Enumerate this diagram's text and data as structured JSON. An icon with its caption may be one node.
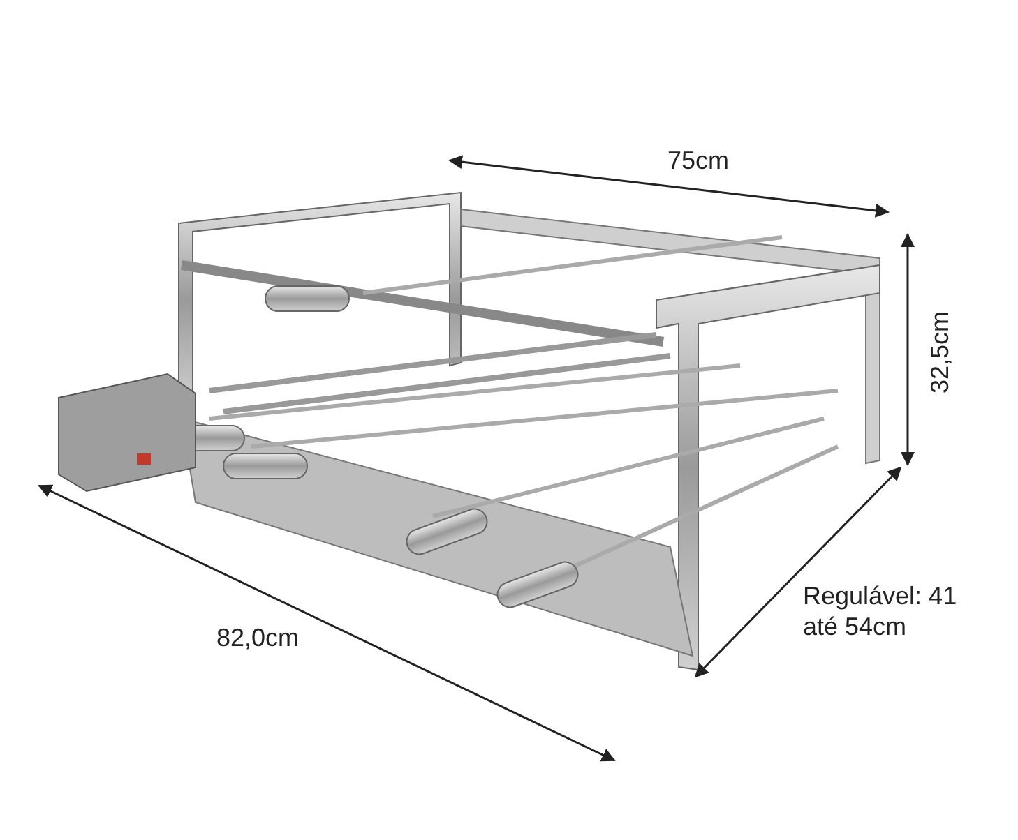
{
  "diagram": {
    "labels": [
      "75cm",
      "32,5cm",
      "82,0cm",
      "Regulável: 41 até 54cm"
    ]
  }
}
